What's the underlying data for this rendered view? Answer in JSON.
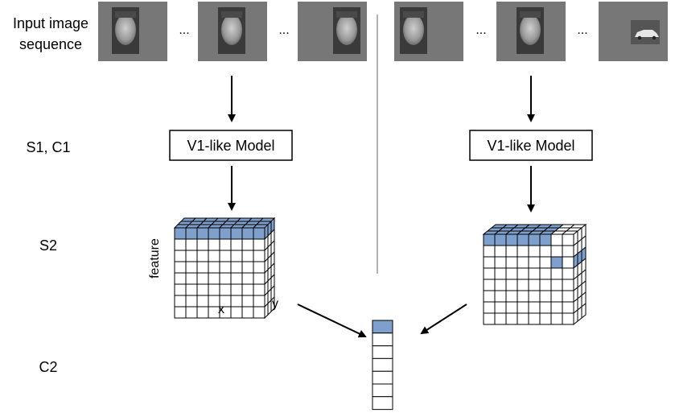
{
  "row_labels": {
    "input_line1": "Input image",
    "input_line2": "sequence",
    "s1c1": "S1, C1",
    "s2": "S2",
    "c2": "C2"
  },
  "ellipsis": "...",
  "left_branch": {
    "frames": [
      "face",
      "face",
      "face"
    ],
    "model_label": "V1-like Model",
    "cube_axis_feature": "feature",
    "cube_axis_x": "x",
    "cube_axis_y": "y"
  },
  "right_branch": {
    "frames": [
      "face",
      "face",
      "car"
    ],
    "model_label": "V1-like Model"
  },
  "colors": {
    "frame_bg": "#777777",
    "highlight": "#7f9fcc",
    "line": "#000000",
    "divider": "#999999"
  }
}
